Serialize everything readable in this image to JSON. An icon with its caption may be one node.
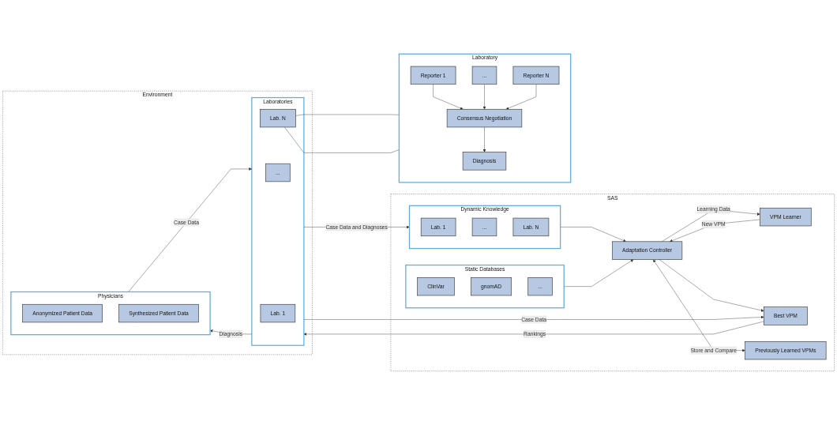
{
  "diagram": {
    "nodes": [
      {
        "text": [
          "SAS"
        ]
      },
      {
        "text": [
          "Dynamic Knowledge"
        ],
        "in": 0
      },
      {
        "text": [
          "Lab. 1"
        ],
        "in": 1
      },
      {
        "text": [
          "..."
        ],
        "in": 1
      },
      {
        "text": [
          "Lab. N"
        ],
        "in": 1
      },
      {
        "text": [
          "Static Databases"
        ],
        "in": 0
      },
      {
        "text": [
          "ClinVar"
        ],
        "in": 5
      },
      {
        "text": [
          "gnomAD"
        ],
        "in": 5
      },
      {
        "text": [
          "..."
        ],
        "in": 5
      },
      {
        "text": [
          "VPM Learner"
        ],
        "in": 0
      },
      {
        "text": [
          "Adaptation Controller"
        ],
        "in": 0
      },
      {
        "text": [
          "Best VPM"
        ],
        "in": 0
      },
      {
        "text": [
          "Previously Learned VPMs"
        ],
        "in": 0
      },
      {
        "text": [
          "Environment"
        ]
      },
      {
        "text": [
          "Laboratories"
        ],
        "in": 13
      },
      {
        "text": [
          "Lab. 1"
        ],
        "in": 14
      },
      {
        "text": [
          "..."
        ],
        "in": 14
      },
      {
        "text": [
          "Lab. N"
        ],
        "in": 14
      },
      {
        "text": [
          "Physicians"
        ],
        "in": 13
      },
      {
        "text": [
          "Anonymized Patient Data"
        ],
        "in": 18
      },
      {
        "text": [
          "Synthesized Patient Data"
        ],
        "in": 18
      },
      {
        "text": [
          "Laboratory"
        ]
      },
      {
        "text": [
          "Reporter 1"
        ],
        "in": 21
      },
      {
        "text": [
          "..."
        ],
        "in": 21
      },
      {
        "text": [
          "Reporter N"
        ],
        "in": 21
      },
      {
        "text": [
          "Consensus Negotiation"
        ],
        "in": 21
      },
      {
        "text": [
          "Diagnosis"
        ],
        "in": 21
      }
    ],
    "edges": [
      {
        "from": 14,
        "to": 1,
        "arrow": "to",
        "label": "Case Data and Diagnoses"
      },
      {
        "from": 1,
        "to": 10,
        "arrow": "to"
      },
      {
        "from": 5,
        "to": 10,
        "arrow": "to"
      },
      {
        "from": 10,
        "to": 9,
        "arrow": "to",
        "label": "Learning Data"
      },
      {
        "from": 9,
        "to": 10,
        "arrow": "to",
        "label": "New VPM"
      },
      {
        "from": 10,
        "to": 11,
        "arrow": "to"
      },
      {
        "from": 10,
        "to": 12,
        "arrow": "both",
        "label": "Store and Compare"
      },
      {
        "from": 14,
        "to": 11,
        "arrow": "to",
        "label": "Case Data"
      },
      {
        "from": 11,
        "to": 14,
        "arrow": "to",
        "label": "Rankings"
      },
      {
        "from": 18,
        "to": 14,
        "arrow": "to",
        "label": "Case Data"
      },
      {
        "from": 14,
        "to": 18,
        "arrow": "to",
        "label": "Diagnosis"
      },
      {
        "from": 17,
        "to": 21,
        "arrow": "none"
      },
      {
        "from": 17,
        "to": 21,
        "arrow": "none"
      },
      {
        "from": 22,
        "to": 25,
        "arrow": "to"
      },
      {
        "from": 23,
        "to": 25,
        "arrow": "to"
      },
      {
        "from": 24,
        "to": 25,
        "arrow": "to"
      },
      {
        "from": 25,
        "to": 26,
        "arrow": "to"
      }
    ]
  }
}
